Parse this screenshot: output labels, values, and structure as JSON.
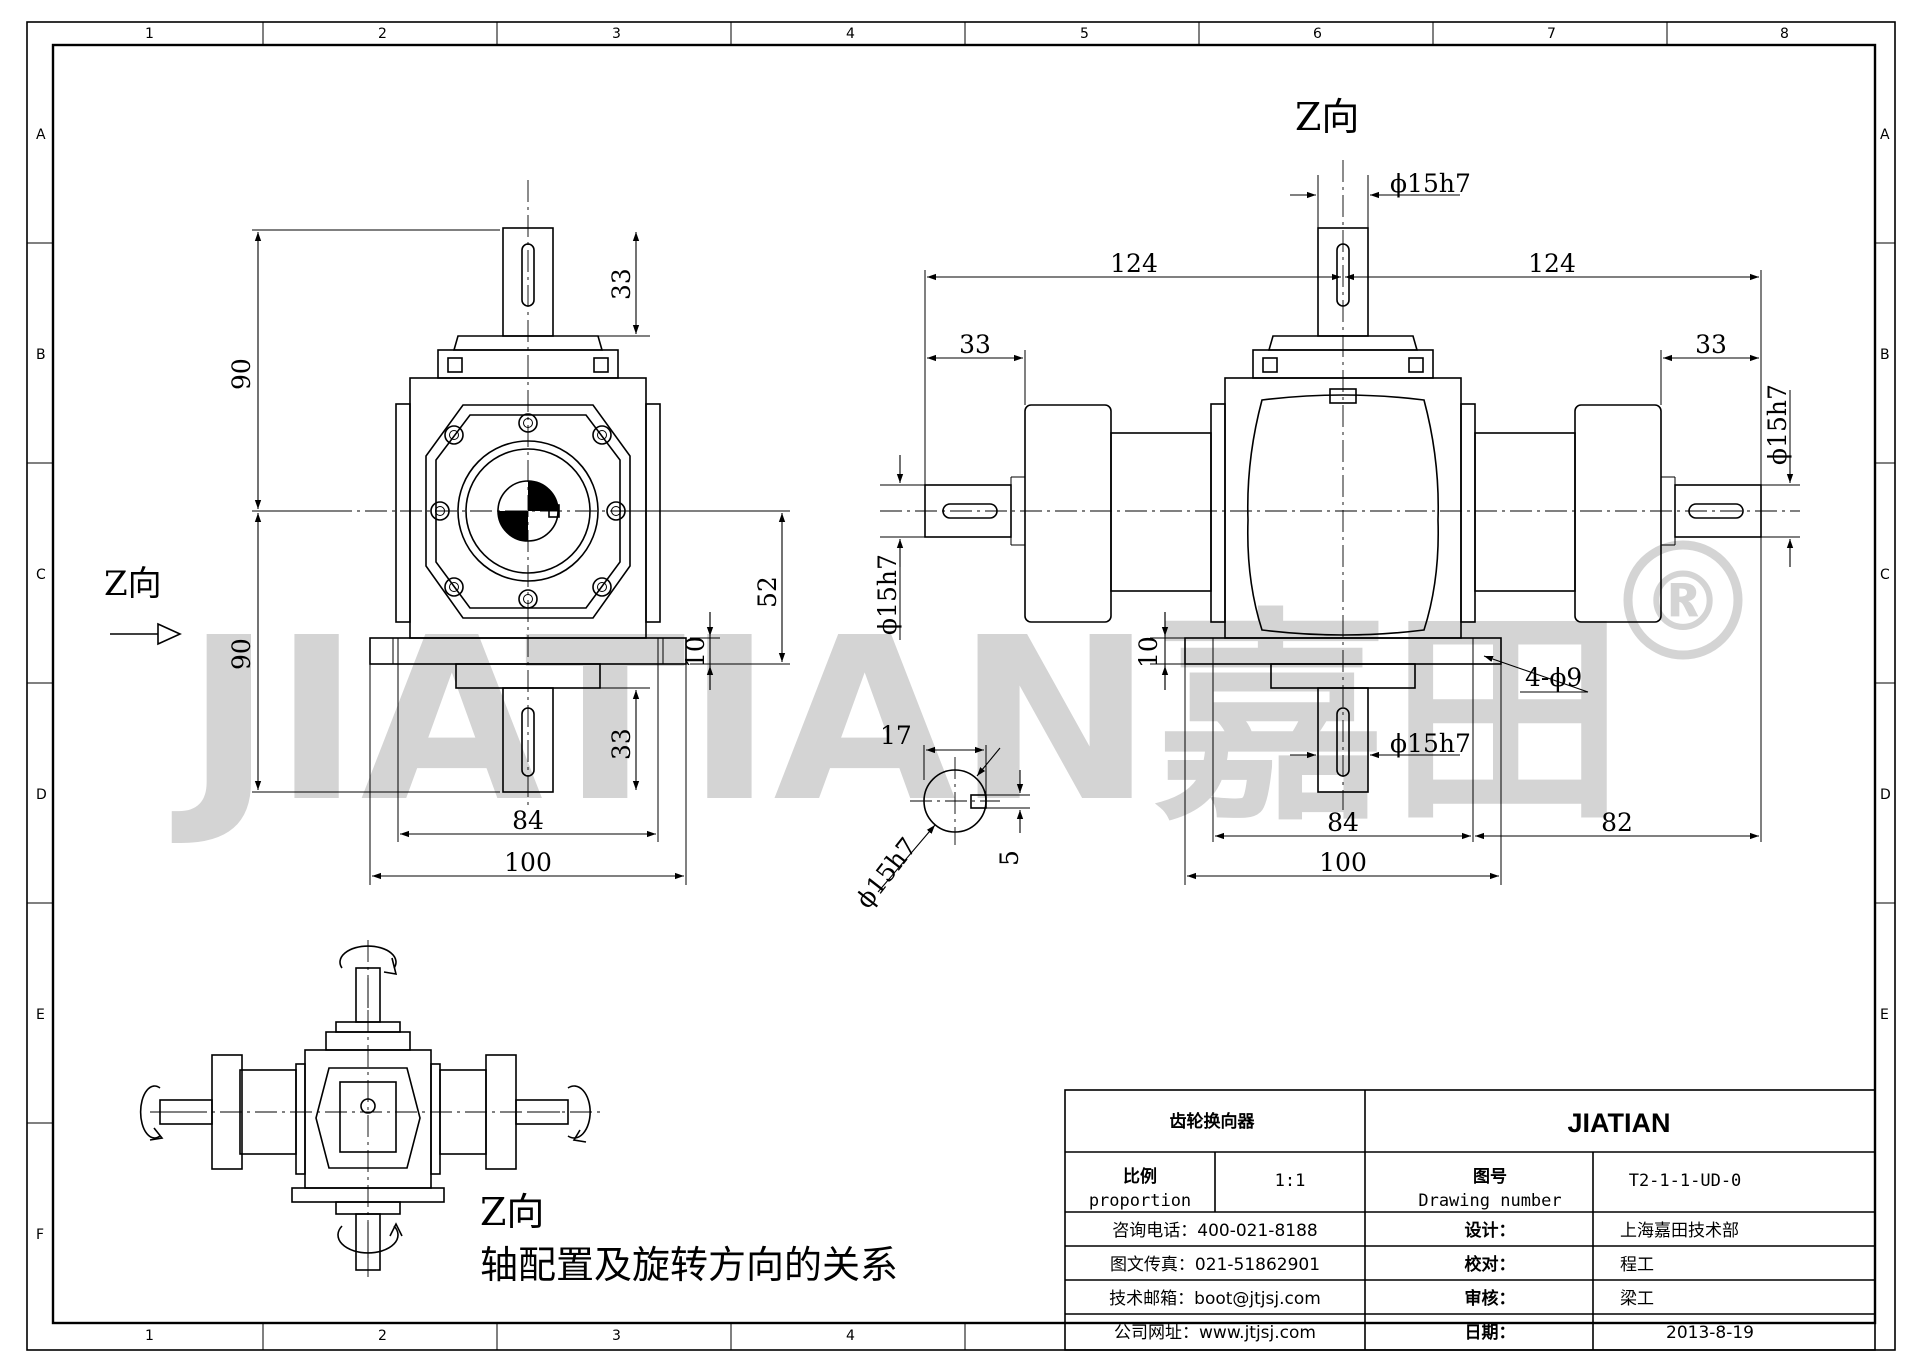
{
  "grid": {
    "cols": [
      "1",
      "2",
      "3",
      "4",
      "5",
      "6",
      "7",
      "8"
    ],
    "rows": [
      "A",
      "B",
      "C",
      "D",
      "E",
      "F"
    ]
  },
  "watermark": {
    "text": "JIATIAN嘉田",
    "mark": "®"
  },
  "views": {
    "z_direction_label": "Z向",
    "z_top_label": "Z向",
    "z_bottom_label": "Z向",
    "bottom_caption": "轴配置及旋转方向的关系"
  },
  "dims": {
    "front_top_shaft": "33",
    "front_upper_90": "90",
    "front_lower_90": "90",
    "front_52": "52",
    "front_10": "10",
    "front_bottom_shaft": "33",
    "front_84": "84",
    "front_100": "100",
    "side_top_dia": "ϕ15h7",
    "side_left_124": "124",
    "side_right_124": "124",
    "side_left_33": "33",
    "side_right_33": "33",
    "side_right_dia": "ϕ15h7",
    "side_left_dia": "ϕ15h7",
    "side_10": "10",
    "side_holes": "4-ϕ9",
    "side_bottom_dia": "ϕ15h7",
    "side_84": "84",
    "side_82": "82",
    "side_100": "100",
    "key_17": "17",
    "key_5": "5",
    "key_dia": "ϕ15h7"
  },
  "title_block": {
    "product_name": "齿轮换向器",
    "brand": "JIATIAN",
    "scale_label": "比例",
    "scale_label_en": "proportion",
    "scale_value": "1:1",
    "drawing_no_label": "图号",
    "drawing_no_label_en": "Drawing number",
    "drawing_no_value": "T2-1-1-UD-0",
    "rows": [
      {
        "left": "咨询电话：400-021-8188",
        "label": "设计：",
        "value": "上海嘉田技术部"
      },
      {
        "left": "图文传真：021-51862901",
        "label": "校对：",
        "value": "程工"
      },
      {
        "left": "技术邮箱：boot@jtjsj.com",
        "label": "审核：",
        "value": "梁工"
      },
      {
        "left": "公司网址：www.jtjsj.com",
        "label": "日期：",
        "value": "2013-8-19"
      }
    ]
  }
}
